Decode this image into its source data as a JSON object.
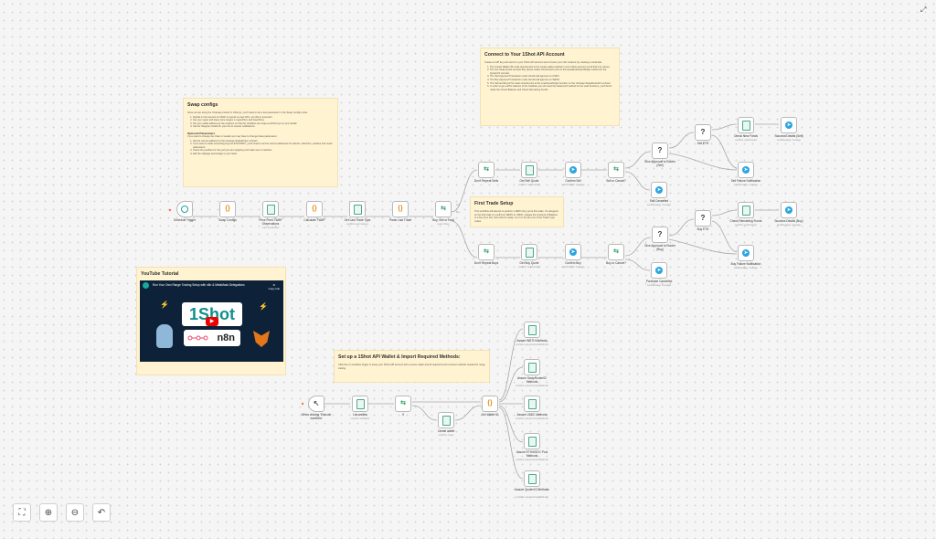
{
  "stickies": {
    "swap": {
      "title": "Swap configs",
      "intro": "Since we are using the Uniswap product in 1Shot.js, you'll need to set a few parameters in the Swap Configs node:",
      "items": [
        "Decide on the amount of USDC to spend to enter ETH, put this in amountIn.",
        "Set your upper and lower price ranges in upperPrice and lowerPrice.",
        "Set your wallet address as the recipient so that the workflow can swap as ETH buys on your behalf.",
        "Set the Telegram chatId for your bot to receive notifications."
      ],
      "optional_title": "Optional Parameters",
      "optional_intro": "If you want to change the chain or tweaks you may have to change these parameters:",
      "optional_items": [
        "Set the correct address for the Uniswap SwapRouter contract",
        "If you want to trade something beyond ETH/USDC, you'll need to set the correct addresses for tokenIn, tokenOut, poolFee and router parameters.",
        "Check the poolFee for the pool you are targeting and make sure it matches.",
        "Edit the slippage percentage to your taste."
      ]
    },
    "connect": {
      "title": "Connect to Your 1Shot API Account",
      "intro": "Create an API key and secret in your 1Shot API account and connect your n8n instance by creating a credential.",
      "items": [
        "The Create Wallet n8n node should point to the create wallet method in your 1Shot account (you'll find it by name).",
        "The Get Swap Quote and Get Buy Quote nodes should each point to the quoteExactInputSingle method on the QuoterV2 contract.",
        "The Sell Approval Transaction node should call approve on USDC.",
        "The Buy Approval Transaction node should call approve on WETH.",
        "The Sell and Buy ETH nodes should point at the exactInputSingle function on the Uniswap SwapRouter02 contract.",
        "In order to get a ETH balance of the workflow you will need the balanceOf method for the read functions, you'll find it under the Check Balance and Check Remaining Funds."
      ]
    },
    "first_trade": {
      "title": "First Trade Setup",
      "body": "This workflow will attempt to perform a WETH buy as its first trade. It's designed so the first trade is a sell from WETH to USDC, release the contents of Balance to a buy from this. Now that it's ready, run it on the first run of the Trade Type nodes."
    },
    "setup": {
      "title": "Set up a 1Shot API Wallet & Import Required Methods:",
      "body": "Click the run workflow trigger to setup your 1Shot API account with a server wallet and all required smart contract methods needed for range trading."
    },
    "youtube": {
      "title": "YouTube Tutorial",
      "video_title": "Run Your Own Range Trading Setup with n8n & MetaMask Delegations",
      "share_label": "Copy link",
      "logo_text": "1Shot",
      "n8n_text": "n8n"
    }
  },
  "nodes": {
    "schedule_trigger": {
      "label": "Schedule Trigger"
    },
    "swap_configs": {
      "label": "Swap Configs"
    },
    "price_feed": {
      "label": "Price Feed TWAP Observations",
      "sub": "read: oneShotApi"
    },
    "calc_twap": {
      "label": "Calculate TWAP"
    },
    "get_last_trade": {
      "label": "Get Last Trade Type",
      "sub": "oneShot read: balance"
    },
    "parse_last_trade": {
      "label": "Parse Last Trade"
    },
    "buy_sell_hold": {
      "label": "Buy, Sell or Hold",
      "sub": "mode: Rules"
    },
    "out_sell": {
      "label": "Sell"
    },
    "out_buy": {
      "label": "Buy"
    },
    "dont_repeat_sells": {
      "label": "Don't Repeat Sells"
    },
    "get_sell_quote": {
      "label": "Get Sell Quote",
      "sub": "oneShot: readContract"
    },
    "confirm_sell": {
      "label": "Confirm Sell",
      "sub": "sendAndWait: message"
    },
    "sell_or_cancel": {
      "label": "Sell or Cancel?"
    },
    "sell_approval": {
      "label": "Give Approval to Router (Sell)"
    },
    "sell_eth": {
      "label": "Sell ETH"
    },
    "check_new_funds": {
      "label": "Check New Funds",
      "sub": "oneShot: readContract"
    },
    "success_sell": {
      "label": "Success Details (Sell)",
      "sub": "sendMessage: message"
    },
    "sell_failure": {
      "label": "Sell Failure Notification",
      "sub": "sendMessage: message"
    },
    "sell_cancelled": {
      "label": "Sell Cancelled",
      "sub": "sendMessage: message"
    },
    "dont_repeat_buys": {
      "label": "Don't Repeat Buys"
    },
    "get_buy_quote": {
      "label": "Get Buy Quote",
      "sub": "oneShot: readContract"
    },
    "confirm_buy": {
      "label": "Confirm Buy",
      "sub": "sendAndWait: message"
    },
    "buy_or_cancel": {
      "label": "Buy or Cancel?"
    },
    "buy_approval": {
      "label": "Give Approval to Router (Buy)"
    },
    "buy_eth": {
      "label": "Buy ETH"
    },
    "check_remaining": {
      "label": "Check Remaining Funds",
      "sub": "oneShot: readContract"
    },
    "success_buy": {
      "label": "Success Details (Buy)",
      "sub": "sendMessage: message"
    },
    "buy_failure": {
      "label": "Buy Failure Notification",
      "sub": "sendMessage: message"
    },
    "purchase_cancelled": {
      "label": "Purchase Cancelled",
      "sub": "sendMessage: message"
    },
    "manual_trigger": {
      "label": "When clicking 'Execute workflow'"
    },
    "list_wallets": {
      "label": "List wallets",
      "sub": "oneShot: listWallets"
    },
    "if": {
      "label": "If"
    },
    "create_wallet": {
      "label": "Create wallet",
      "sub": "oneShot: create"
    },
    "get_wallet_id": {
      "label": "Get Wallet ID"
    },
    "assure_weth": {
      "label": "Assure WETH Methods",
      "sub": "oneShot: assureContractMethods"
    },
    "assure_swaprouter": {
      "label": "Assure SwapRouter02 Methods",
      "sub": "oneShot: assureContractMethods"
    },
    "assure_usdc": {
      "label": "Assure USDC Methods",
      "sub": "oneShot: assureContractMethods"
    },
    "assure_pool": {
      "label": "Assure ETH/USDC Pool Methods",
      "sub": "oneShot: assureContractMethods"
    },
    "assure_quoter": {
      "label": "Assure QuoterV2 Methods",
      "sub": "oneShot: assureContractMethods"
    }
  },
  "controls": {
    "fit_view": "fit-view-icon",
    "zoom_in": "zoom-in-icon",
    "zoom_out": "zoom-out-icon",
    "undo": "undo-icon",
    "fullscreen": "fullscreen-icon"
  }
}
